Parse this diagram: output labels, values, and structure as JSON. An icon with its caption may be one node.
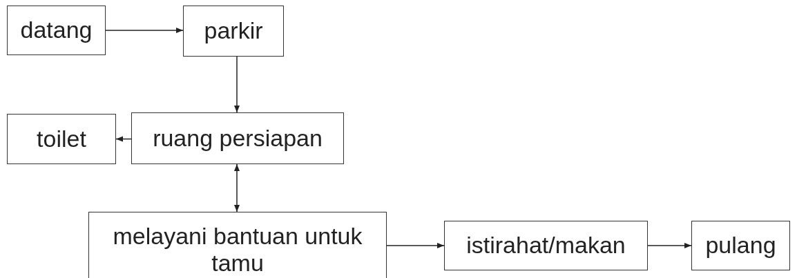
{
  "diagram": {
    "nodes": [
      {
        "text": [
          "datang"
        ]
      },
      {
        "text": [
          "parkir"
        ]
      },
      {
        "text": [
          "toilet"
        ]
      },
      {
        "text": [
          "ruang persiapan"
        ]
      },
      {
        "text": [
          "melayani bantuan untuk tamu"
        ]
      },
      {
        "text": [
          "istirahat/makan"
        ]
      },
      {
        "text": [
          "pulang"
        ]
      }
    ],
    "edges": [
      {
        "from": 0,
        "to": 1,
        "arrow": "to"
      },
      {
        "from": 1,
        "to": 3,
        "arrow": "to"
      },
      {
        "from": 3,
        "to": 2,
        "arrow": "to"
      },
      {
        "from": 3,
        "to": 4,
        "arrow": "both"
      },
      {
        "from": 4,
        "to": 5,
        "arrow": "to"
      },
      {
        "from": 5,
        "to": 6,
        "arrow": "to"
      }
    ]
  }
}
